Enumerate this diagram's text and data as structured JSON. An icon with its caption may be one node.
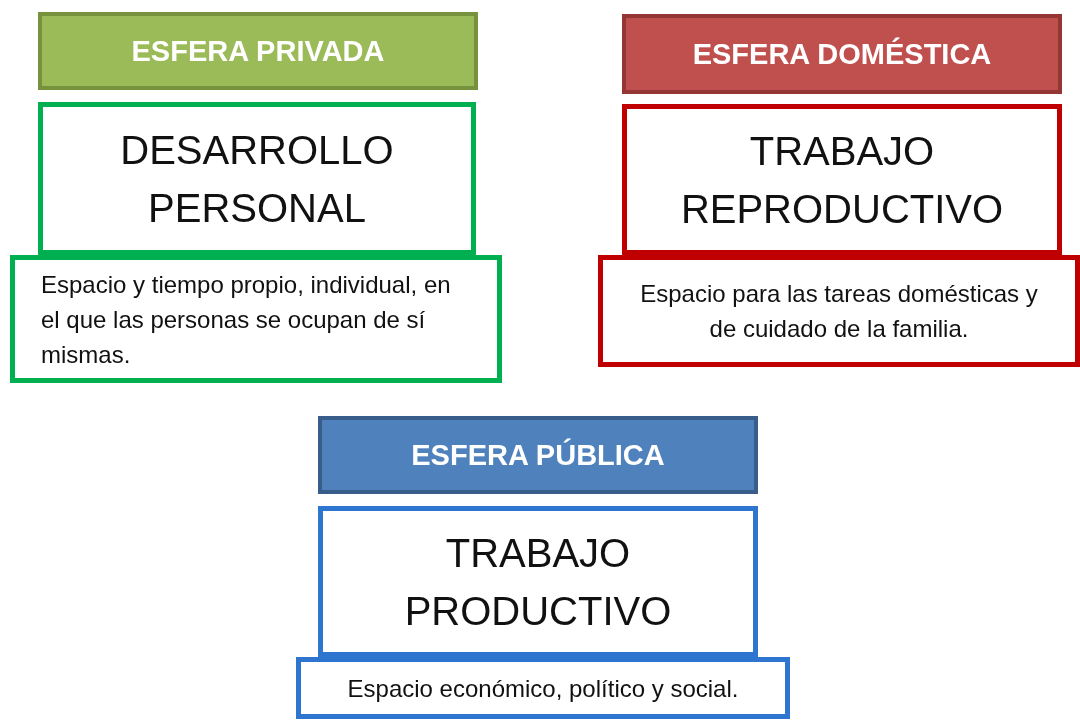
{
  "diagram": {
    "nodes": [
      {
        "text": [
          "ESFERA PRIVADA"
        ]
      },
      {
        "text": [
          "DESARROLLO PERSONAL"
        ]
      },
      {
        "text": [
          "Espacio y tiempo propio, individual, en el que las personas se ocupan de sí mismas."
        ]
      },
      {
        "text": [
          "ESFERA DOMÉSTICA"
        ]
      },
      {
        "text": [
          "TRABAJO REPRODUCTIVO"
        ]
      },
      {
        "text": [
          "Espacio para las tareas domésticas y de cuidado de la familia."
        ]
      },
      {
        "text": [
          "ESFERA PÚBLICA"
        ]
      },
      {
        "text": [
          "TRABAJO PRODUCTIVO"
        ]
      },
      {
        "text": [
          "Espacio económico, político y social."
        ]
      }
    ]
  }
}
